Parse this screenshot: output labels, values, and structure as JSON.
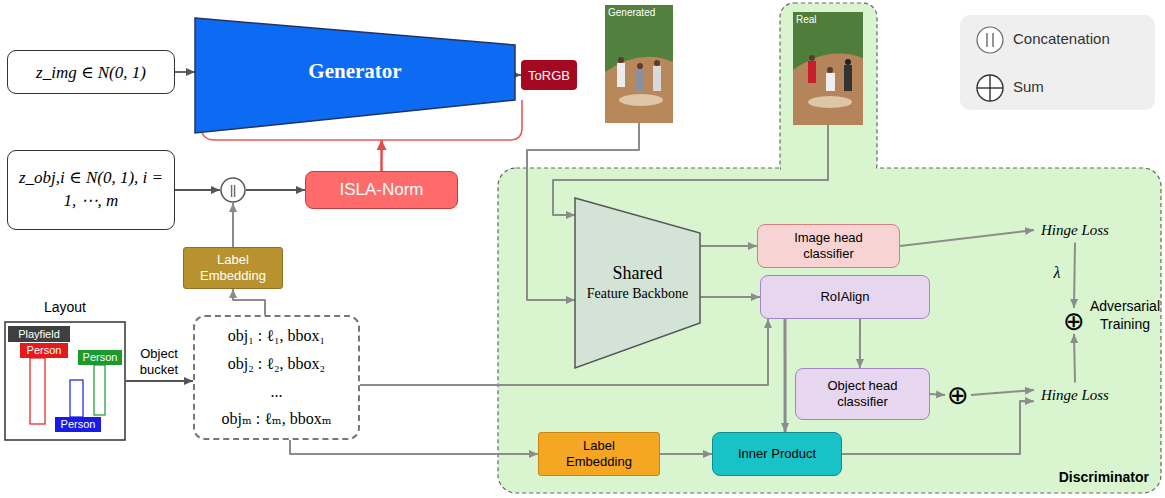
{
  "diagram": {
    "nodes": [
      {
        "text": [
          "z_img ∈ N(0, 1)"
        ]
      },
      {
        "text": [
          "Generator"
        ]
      },
      {
        "text": [
          "ToRGB"
        ]
      },
      {
        "text": [
          "Generated"
        ]
      },
      {
        "text": [
          "Real"
        ]
      },
      {
        "text": [
          "z_obj,i ∈ N(0, 1), i = 1, ⋯, m"
        ]
      },
      {
        "text": [
          "||"
        ]
      },
      {
        "text": [
          "ISLA-Norm"
        ]
      },
      {
        "text": [
          "Label Embedding"
        ]
      },
      {
        "text": [
          "Layout"
        ]
      },
      {
        "text": [
          "Playfield"
        ],
        "in": 9
      },
      {
        "text": [
          "Person"
        ],
        "in": 9
      },
      {
        "text": [
          "Person"
        ],
        "in": 9
      },
      {
        "text": [
          "Person"
        ],
        "in": 9
      },
      {
        "text": [
          "obj₁ : ℓ₁, bbox₁",
          "obj₂ : ℓ₂, bbox₂",
          "...",
          "objₘ : ℓₘ, bboxₘ"
        ]
      },
      {
        "text": [
          "Discriminator"
        ]
      },
      {
        "text": [
          "Shared",
          "Feature Backbone"
        ],
        "in": 15
      },
      {
        "text": [
          "Image head classifier"
        ],
        "in": 15
      },
      {
        "text": [
          "RoIAlign"
        ],
        "in": 15
      },
      {
        "text": [
          "Object head classifier"
        ],
        "in": 15
      },
      {
        "text": [
          "⊕"
        ],
        "in": 15
      },
      {
        "text": [
          "⊕"
        ],
        "in": 15
      },
      {
        "text": [
          "Hinge Loss"
        ],
        "in": 15
      },
      {
        "text": [
          "Hinge Loss"
        ],
        "in": 15
      },
      {
        "text": [
          "Label Embedding"
        ],
        "in": 15
      },
      {
        "text": [
          "Inner Product"
        ],
        "in": 15
      }
    ],
    "edges": [
      {
        "from": 0,
        "to": 1,
        "arrow": "to"
      },
      {
        "from": 1,
        "to": 2,
        "arrow": "to"
      },
      {
        "from": 5,
        "to": 6,
        "arrow": "to"
      },
      {
        "from": 6,
        "to": 7,
        "arrow": "to"
      },
      {
        "from": 8,
        "to": 6,
        "arrow": "to"
      },
      {
        "from": 7,
        "to": 1,
        "arrow": "to"
      },
      {
        "from": 9,
        "to": 14,
        "label": "Object bucket",
        "arrow": "to"
      },
      {
        "from": 14,
        "to": 8,
        "arrow": "to"
      },
      {
        "from": 3,
        "to": 16,
        "arrow": "to"
      },
      {
        "from": 4,
        "to": 16,
        "arrow": "to"
      },
      {
        "from": 14,
        "to": 18,
        "arrow": "to"
      },
      {
        "from": 14,
        "to": 24,
        "arrow": "to"
      },
      {
        "from": 16,
        "to": 17,
        "arrow": "to"
      },
      {
        "from": 16,
        "to": 18,
        "arrow": "to"
      },
      {
        "from": 18,
        "to": 19,
        "arrow": "to"
      },
      {
        "from": 18,
        "to": 25,
        "arrow": "to"
      },
      {
        "from": 24,
        "to": 25,
        "arrow": "to"
      },
      {
        "from": 19,
        "to": 21,
        "arrow": "to"
      },
      {
        "from": 21,
        "to": 23,
        "arrow": "to"
      },
      {
        "from": 25,
        "to": 23,
        "arrow": "to"
      },
      {
        "from": 17,
        "to": 22,
        "arrow": "to"
      },
      {
        "from": 22,
        "to": 20,
        "label": "λ",
        "arrow": "to"
      },
      {
        "from": 23,
        "to": 20,
        "arrow": "to"
      }
    ],
    "labels": [
      "Adversarial Training"
    ],
    "legend": [
      {
        "text": "Concatenation"
      },
      {
        "text": "Sum"
      }
    ]
  }
}
